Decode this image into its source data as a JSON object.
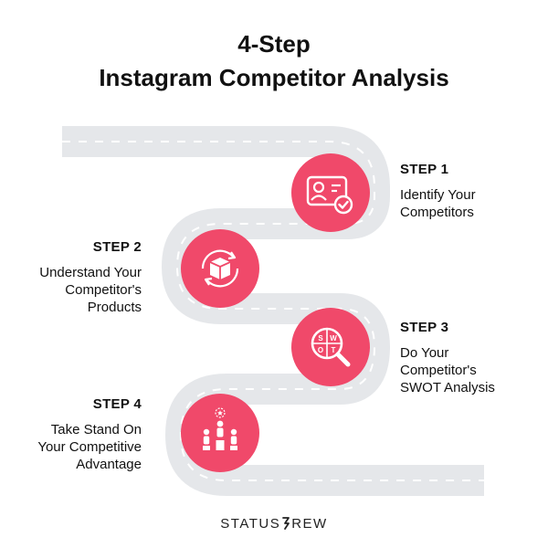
{
  "title": {
    "line1": "4-Step",
    "line2": "Instagram Competitor Analysis"
  },
  "steps": [
    {
      "label": "STEP 1",
      "lines": [
        "Identify Your",
        "Competitors"
      ],
      "icon": "id-card-check-icon"
    },
    {
      "label": "STEP 2",
      "lines": [
        "Understand Your",
        "Competitor's",
        "Products"
      ],
      "icon": "box-cycle-icon"
    },
    {
      "label": "STEP 3",
      "lines": [
        "Do Your",
        "Competitor's",
        "SWOT Analysis"
      ],
      "icon": "swot-magnifier-icon",
      "swot_letters": [
        "S",
        "W",
        "O",
        "T"
      ]
    },
    {
      "label": "STEP 4",
      "lines": [
        "Take Stand On",
        "Your Competitive",
        "Advantage"
      ],
      "icon": "podium-people-star-icon"
    }
  ],
  "brand": {
    "prefix": "STATUS",
    "suffix": "REW"
  },
  "colors": {
    "accent": "#f0496a",
    "road": "#e5e7ea",
    "road_dash": "#ffffff",
    "text": "#111111"
  }
}
